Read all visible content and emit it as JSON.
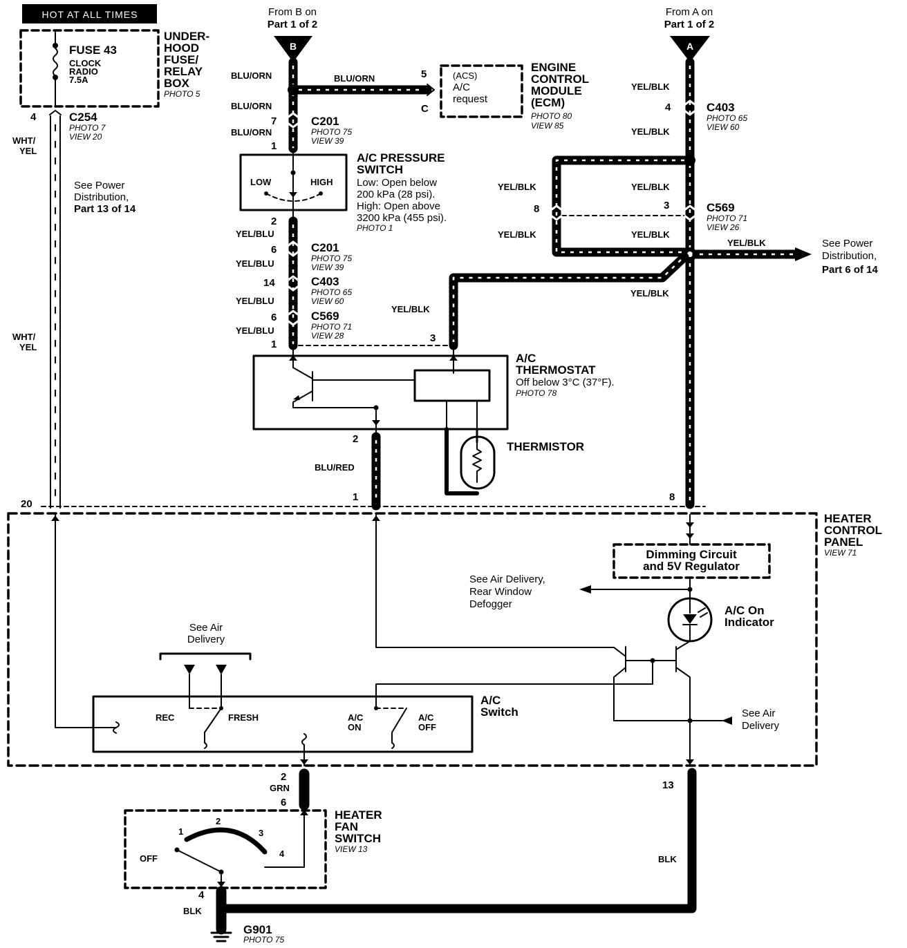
{
  "header": {
    "hot_label": "HOT AT ALL TIMES"
  },
  "fuse_box": {
    "fuse": "FUSE 43",
    "circuit_1": "CLOCK",
    "circuit_2": "RADIO",
    "rating": "7.5A",
    "name_1": "UNDER-",
    "name_2": "HOOD",
    "name_3": "FUSE/",
    "name_4": "RELAY",
    "name_5": "BOX",
    "photo": "PHOTO 5"
  },
  "from_b": {
    "line1": "From B on",
    "line2": "Part 1 of 2",
    "letter": "B"
  },
  "from_a": {
    "line1": "From A on",
    "line2": "Part 1 of 2",
    "letter": "A"
  },
  "ecm": {
    "pin_5": "5",
    "pin_c": "C",
    "acs": "(ACS)",
    "line1": "A/C",
    "line2": "request",
    "name_1": "ENGINE",
    "name_2": "CONTROL",
    "name_3": "MODULE",
    "name_4": "(ECM)",
    "photo": "PHOTO 80",
    "view": "VIEW 85"
  },
  "wire_colors": {
    "blu_orn": "BLU/ORN",
    "yel_blk": "YEL/BLK",
    "yel_blu": "YEL/BLU",
    "wht_1": "WHT/",
    "wht_2": "YEL",
    "blu_red": "BLU/RED",
    "grn": "GRN",
    "blk": "BLK"
  },
  "connectors": {
    "c254": {
      "name": "C254",
      "photo": "PHOTO 7",
      "view": "VIEW 20",
      "pin": "4"
    },
    "c201_top": {
      "name": "C201",
      "photo": "PHOTO 75",
      "view": "VIEW 39",
      "pin_a": "7",
      "pin_b": "1"
    },
    "c403_right": {
      "name": "C403",
      "photo": "PHOTO 65",
      "view": "VIEW 60",
      "pin": "4"
    },
    "c569_right": {
      "name": "C569",
      "photo": "PHOTO 71",
      "view": "VIEW 26",
      "pin_a": "8",
      "pin_b": "3"
    },
    "c201_mid": {
      "name": "C201",
      "photo": "PHOTO 75",
      "view": "VIEW 39",
      "pin": "6"
    },
    "c403_mid": {
      "name": "C403",
      "photo": "PHOTO 65",
      "view": "VIEW 60",
      "pin": "14"
    },
    "c569_mid": {
      "name": "C569",
      "photo": "PHOTO 71",
      "view": "VIEW 28",
      "pin": "6"
    },
    "g901": {
      "name": "G901",
      "photo": "PHOTO 75"
    }
  },
  "pressure_switch": {
    "name_1": "A/C PRESSURE",
    "name_2": "SWITCH",
    "low_desc_1": "Low: Open below",
    "low_desc_2": "200 kPa (28 psi).",
    "high_desc_1": "High: Open above",
    "high_desc_2": "3200 kPa (455 psi).",
    "photo": "PHOTO 1",
    "low": "LOW",
    "high": "HIGH",
    "pin_bottom": "2"
  },
  "power_dist": {
    "left_1": "See Power",
    "left_2": "Distribution,",
    "left_3": "Part 13 of 14",
    "right_1": "See Power",
    "right_2": "Distribution,",
    "right_3": "Part 6 of 14"
  },
  "thermostat": {
    "name_1": "A/C",
    "name_2": "THERMOSTAT",
    "desc": "Off below 3°C (37°F).",
    "photo": "PHOTO 78",
    "pin_1": "1",
    "pin_3": "3",
    "pin_2": "2",
    "thermistor": "THERMISTOR"
  },
  "heater_panel": {
    "name_1": "HEATER",
    "name_2": "CONTROL",
    "name_3": "PANEL",
    "view": "VIEW 71",
    "pin_20": "20",
    "pin_1": "1",
    "pin_8": "8",
    "pin_2": "2",
    "pin_13": "13",
    "dimming_1": "Dimming Circuit",
    "dimming_2": "and 5V Regulator",
    "see_air_1": "See Air Delivery,",
    "see_air_2": "Rear Window",
    "see_air_3": "Defogger",
    "indicator_1": "A/C On",
    "indicator_2": "Indicator",
    "see_air_top_1": "See Air",
    "see_air_top_2": "Delivery",
    "see_air_right_1": "See Air",
    "see_air_right_2": "Delivery",
    "rec": "REC",
    "fresh": "FRESH",
    "ac_on_1": "A/C",
    "ac_on_2": "ON",
    "ac_off_1": "A/C",
    "ac_off_2": "OFF",
    "switch_1": "A/C",
    "switch_2": "Switch"
  },
  "fan_switch": {
    "name_1": "HEATER",
    "name_2": "FAN",
    "name_3": "SWITCH",
    "view": "VIEW 13",
    "off": "OFF",
    "pos_1": "1",
    "pos_2": "2",
    "pos_3": "3",
    "pos_4": "4",
    "pin_6": "6",
    "pin_4": "4"
  }
}
